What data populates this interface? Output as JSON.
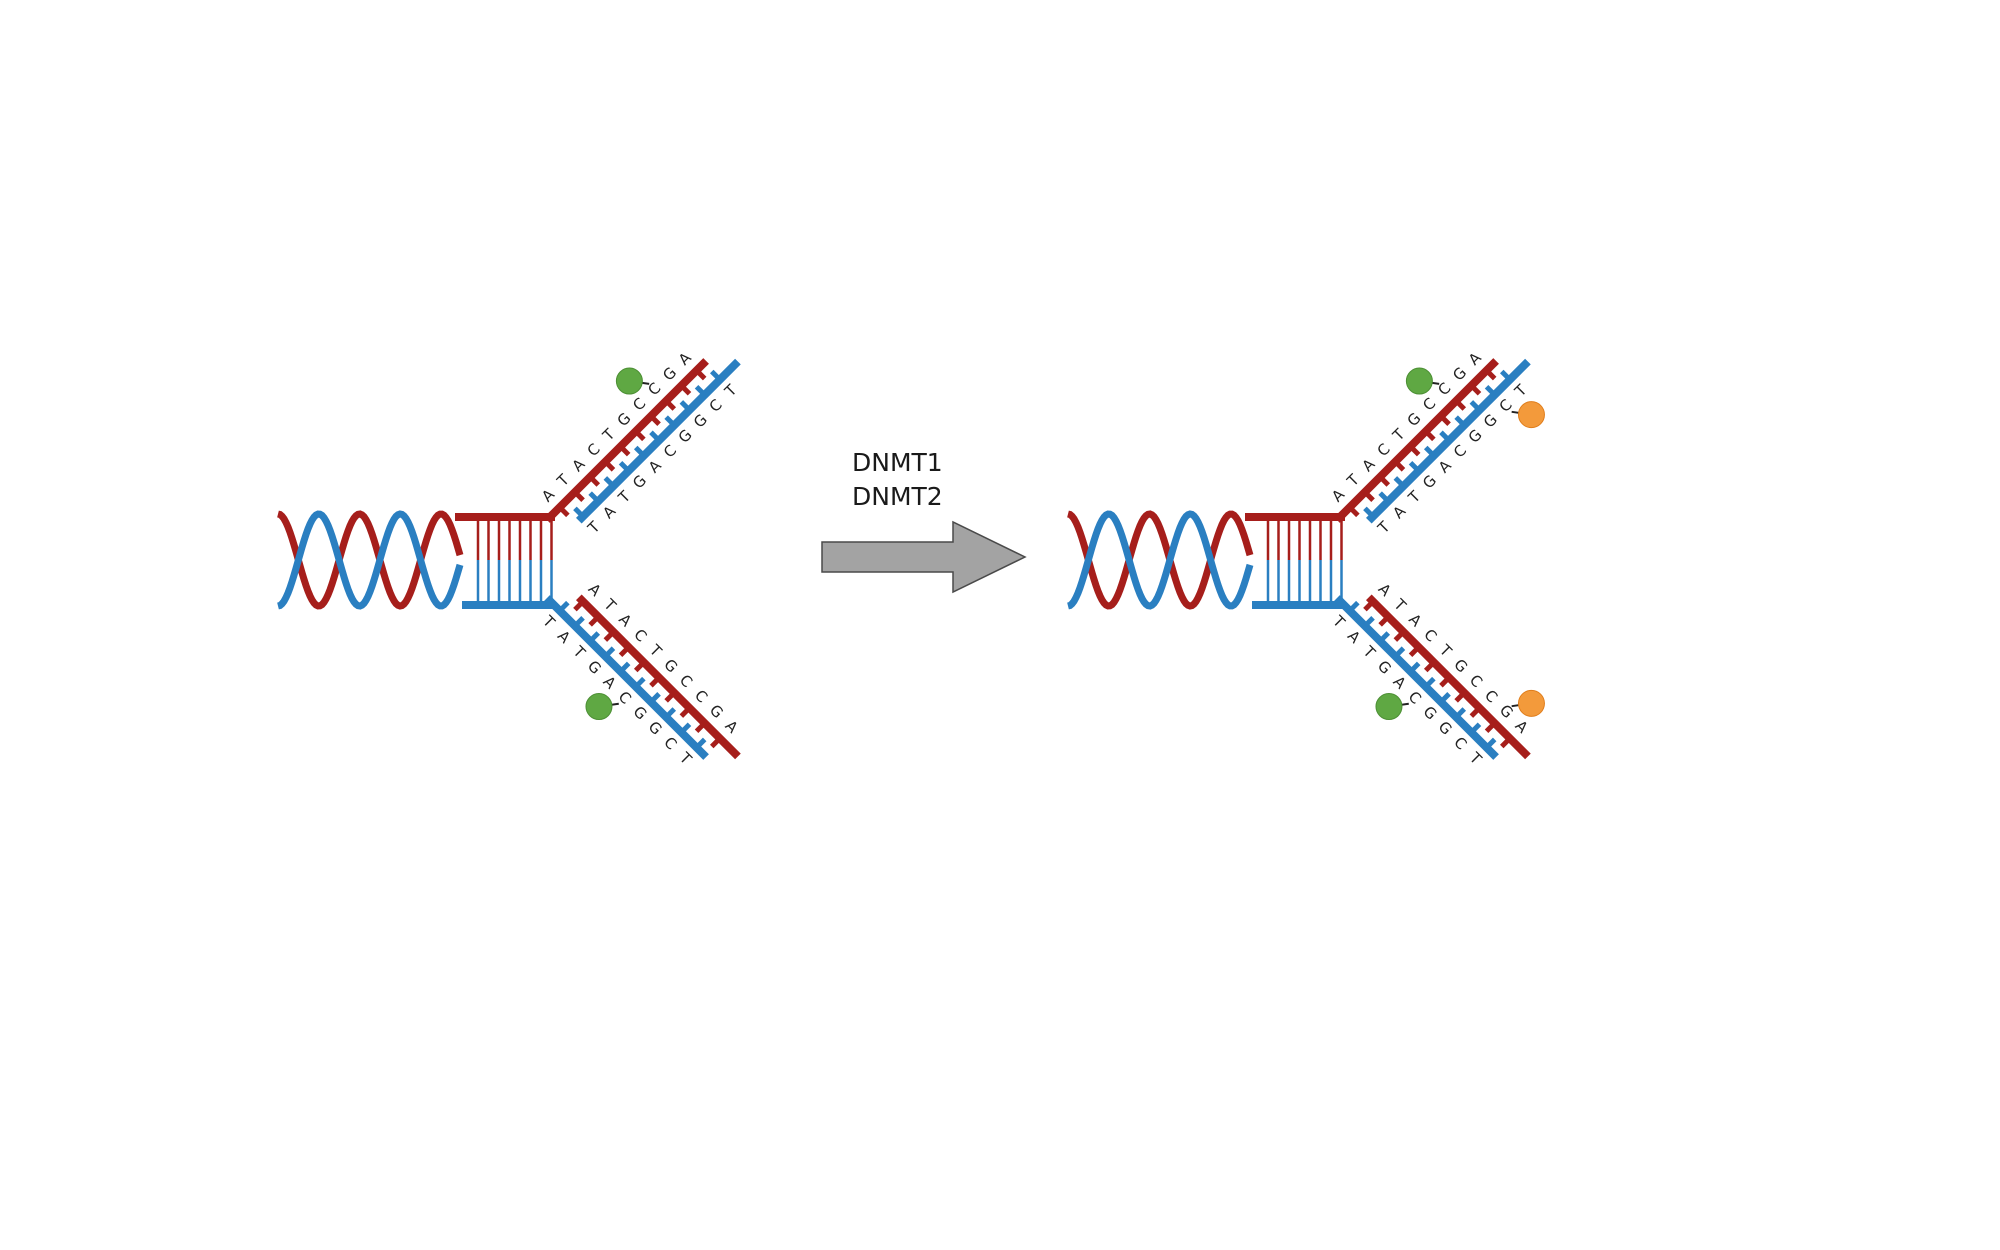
{
  "enzyme_labels": [
    "DNMT1",
    "DNMT2"
  ],
  "colors": {
    "red_strand": "#a61e1b",
    "blue_strand": "#2a7fc1",
    "arrow_fill": "#a3a3a3",
    "arrow_stroke": "#4a4a4a",
    "methyl_existing": "#5fa843",
    "methyl_new": "#f39a3b",
    "base_text": "#222222"
  },
  "forks": [
    {
      "name": "fork-before",
      "upper_arm": {
        "outer_strand": "ATACTGCCGA",
        "inner_strand": "TATGACGGCT"
      },
      "lower_arm": {
        "outer_strand": "TATGACGGCT",
        "inner_strand": "ATACTGCCGA"
      },
      "methyl_marks": [
        {
          "arm": "upper",
          "strand": "outer",
          "base_index": 7,
          "type": "existing"
        },
        {
          "arm": "lower",
          "strand": "outer",
          "base_index": 5,
          "type": "existing"
        }
      ]
    },
    {
      "name": "fork-after",
      "upper_arm": {
        "outer_strand": "ATACTGCCGA",
        "inner_strand": "TATGACGGCT"
      },
      "lower_arm": {
        "outer_strand": "TATGACGGCT",
        "inner_strand": "ATACTGCCGA"
      },
      "methyl_marks": [
        {
          "arm": "upper",
          "strand": "outer",
          "base_index": 7,
          "type": "existing"
        },
        {
          "arm": "upper",
          "strand": "inner",
          "base_index": 8,
          "type": "new"
        },
        {
          "arm": "lower",
          "strand": "outer",
          "base_index": 5,
          "type": "existing"
        },
        {
          "arm": "lower",
          "strand": "inner",
          "base_index": 8,
          "type": "new"
        }
      ]
    }
  ]
}
